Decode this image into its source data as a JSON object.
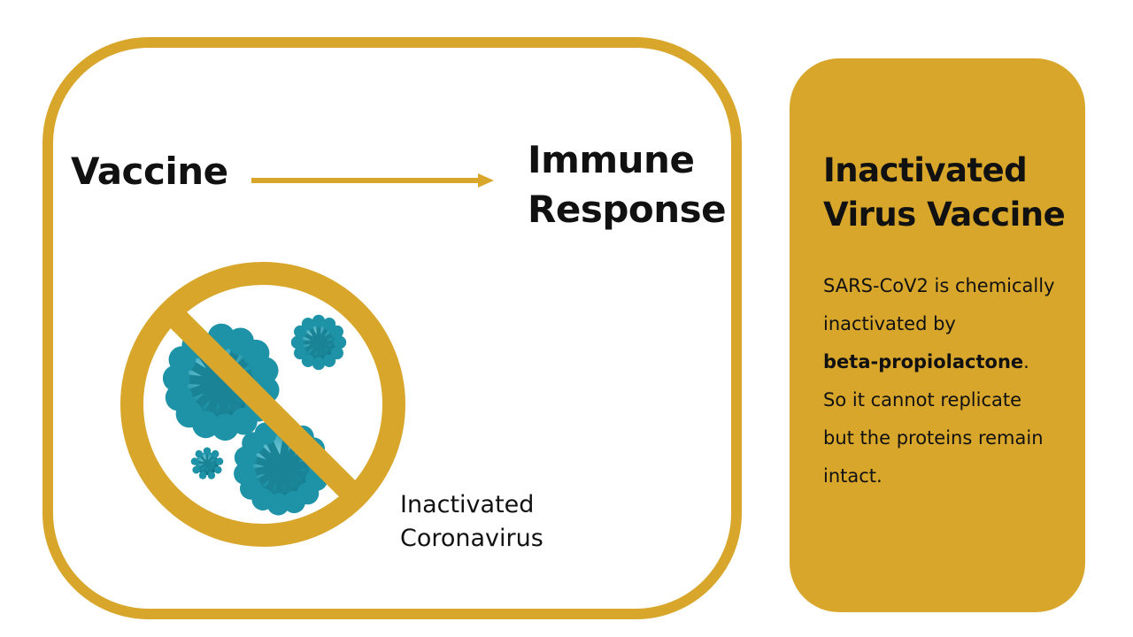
{
  "diagram": {
    "left_label": "Vaccine",
    "right_label_line1": "Immune",
    "right_label_line2": "Response",
    "virus_caption_line1": "Inactivated",
    "virus_caption_line2": "Coronavirus"
  },
  "card": {
    "title_line1": "Inactivated",
    "title_line2": "Virus Vaccine",
    "body": {
      "line1": "SARS-CoV2 is chemically",
      "line2": "inactivated by",
      "bold_term": "beta-propiolactone",
      "bold_suffix": ".",
      "line4": "So it cannot replicate",
      "line5": "but the proteins remain",
      "line6": "intact."
    }
  },
  "colors": {
    "accent": "#d8a62b",
    "virus": "#1e93a8",
    "text": "#111111",
    "background": "#ffffff"
  },
  "icons": {
    "arrow": "arrow-right-icon",
    "prohibition": "no-sign-icon",
    "virus": "coronavirus-icon"
  }
}
